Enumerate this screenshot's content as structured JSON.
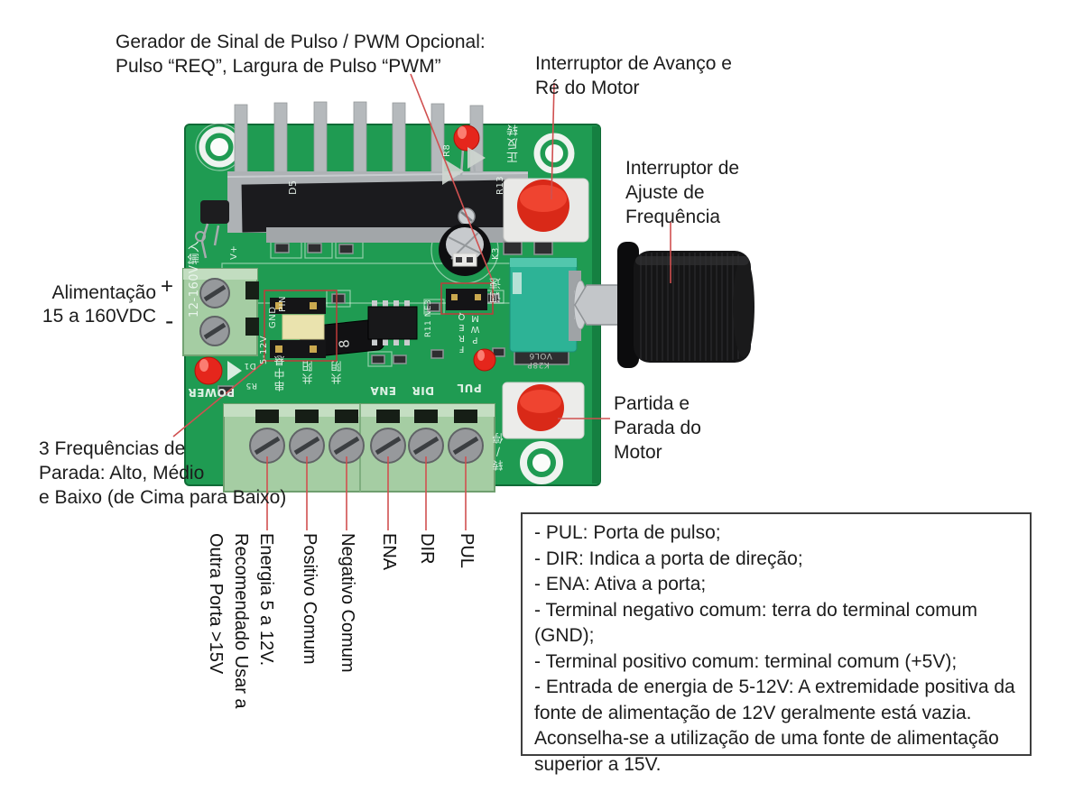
{
  "annotations": {
    "pulse_generator": {
      "line1": "Gerador de Sinal de Pulso / PWM Opcional:",
      "line2": "Pulso “REQ”, Largura de Pulso “PWM”"
    },
    "fwd_rev": {
      "line1": "Interruptor de Avanço e",
      "line2": "Ré do Motor"
    },
    "freq_adjust": {
      "line1": "Interruptor de",
      "line2": "Ajuste de",
      "line3": "Frequência"
    },
    "power": {
      "line1": "Alimentação",
      "line2": "15 a 160VDC",
      "plus": "+",
      "minus": "-"
    },
    "stop_freq": {
      "line1": "3 Frequências de",
      "line2": "Parada: Alto, Médio",
      "line3": "e Baixo (de Cima para Baixo)"
    },
    "start_stop": {
      "line1": "Partida e",
      "line2": "Parada do",
      "line3": "Motor"
    }
  },
  "port_labels": {
    "power_in": [
      "Energia 5 a 12V.",
      "Recomendado Usar a",
      "Outra Porta >15V"
    ],
    "positive": "Positivo Comum",
    "negative": "Negativo Comum",
    "ena": "ENA",
    "dir": "DIR",
    "pul": "PUL"
  },
  "info_box": {
    "items": [
      "- PUL: Porta de pulso;",
      "- DIR: Indica a porta de direção;",
      "- ENA: Ativa a porta;",
      "- Terminal negativo comum: terra do terminal comum (GND);",
      "- Terminal positivo comum: terminal comum (+5V);",
      "- Entrada de energia de 5-12V: A extremidade positiva da fonte de alimentação de 12V geralmente está vazia. Aconselha-se a utilização de uma fonte de alimentação superior a 15V."
    ]
  },
  "silkscreen": {
    "voltage_range": "12-160V输入",
    "d5": "D5",
    "r8": "R8",
    "r13": "R13",
    "k3": "K3",
    "r11ne3": "R11 NE3",
    "pin": "PIN",
    "gnd": "GND",
    "v512": "5-12V",
    "vplus": "V+",
    "power": "POWER",
    "d1": "D1",
    "r5": "R5",
    "pul": "PUL",
    "dir": "DIR",
    "ena": "ENA",
    "freq": "FREQ",
    "pwm": "PWM",
    "vol6": "VOL6",
    "k28": "K28P",
    "fwd_rev": "正反转",
    "speed": "调速",
    "run_stop": "转/停",
    "cn_jumper": "串中悬",
    "cn_anode": "共阳",
    "cn_cathode": "共阴",
    "diode_mark": "8"
  },
  "colors": {
    "pcb_green": "#1f9b52",
    "terminal_green": "#a5cda3",
    "annotation_red": "#d05050",
    "led_red": "#e5261c",
    "button_red": "#d92918",
    "pot_teal": "#2db396",
    "heatsink_silver": "#b5b9bc",
    "knob_black": "#151516"
  }
}
